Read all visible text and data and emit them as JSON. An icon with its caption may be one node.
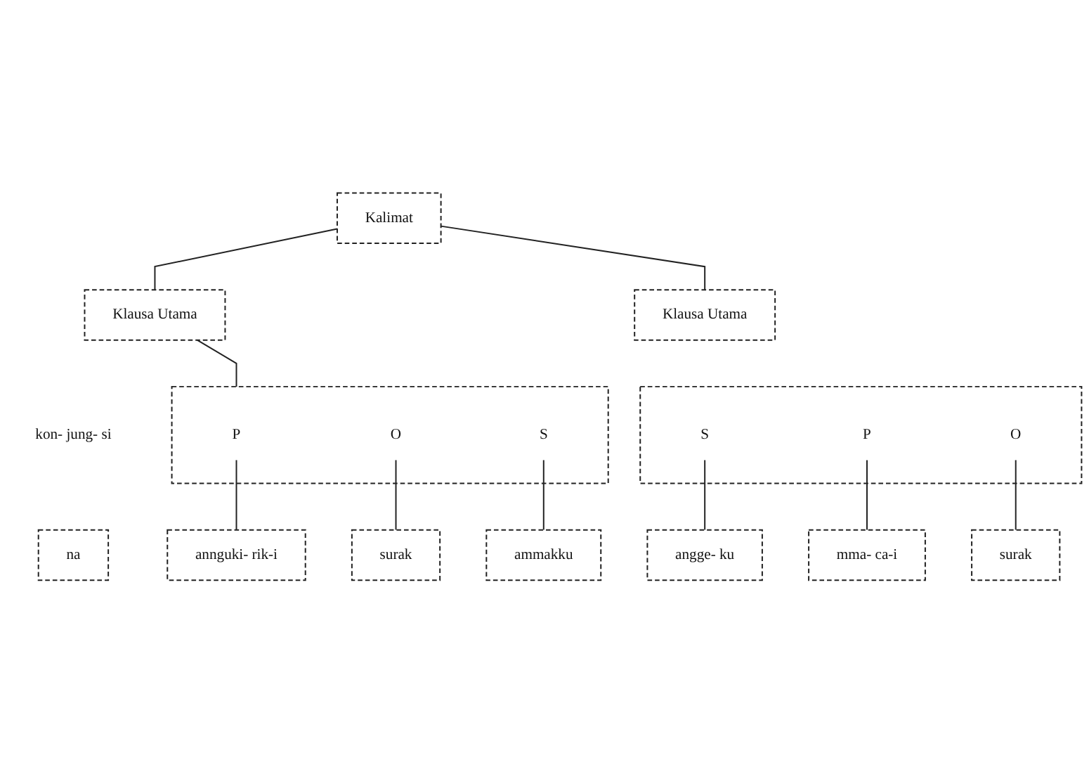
{
  "diagram": {
    "nodes": [
      {
        "text": [
          "Kalimat"
        ]
      },
      {
        "text": [
          "Klausa Utama"
        ]
      },
      {
        "text": [
          "Klausa Utama"
        ]
      },
      {
        "text": [],
        "shape": "box"
      },
      {
        "text": [
          "P"
        ],
        "in": 3
      },
      {
        "text": [
          "O"
        ],
        "in": 3
      },
      {
        "text": [
          "S"
        ],
        "in": 3
      },
      {
        "text": [
          "kon- jung- si"
        ]
      },
      {
        "text": [],
        "shape": "box"
      },
      {
        "text": [
          "S"
        ],
        "in": 8
      },
      {
        "text": [
          "P"
        ],
        "in": 8
      },
      {
        "text": [
          "O"
        ],
        "in": 8
      },
      {
        "text": [
          "annguki- rik-i"
        ]
      },
      {
        "text": [
          "surak"
        ]
      },
      {
        "text": [
          "ammakku"
        ]
      },
      {
        "text": [
          "na"
        ]
      },
      {
        "text": [
          "angge- ku"
        ]
      },
      {
        "text": [
          "mma- ca-i"
        ]
      },
      {
        "text": [
          "surak"
        ]
      }
    ],
    "edges": [
      {
        "from": 0,
        "to": 1,
        "arrow": "none"
      },
      {
        "from": 0,
        "to": 2,
        "arrow": "none"
      },
      {
        "from": 1,
        "to": 3,
        "arrow": "none"
      },
      {
        "from": 4,
        "to": 12,
        "arrow": "none"
      },
      {
        "from": 5,
        "to": 13,
        "arrow": "none"
      },
      {
        "from": 6,
        "to": 14,
        "arrow": "none"
      },
      {
        "from": 9,
        "to": 16,
        "arrow": "none"
      },
      {
        "from": 10,
        "to": 17,
        "arrow": "none"
      },
      {
        "from": 11,
        "to": 18,
        "arrow": "none"
      }
    ]
  }
}
